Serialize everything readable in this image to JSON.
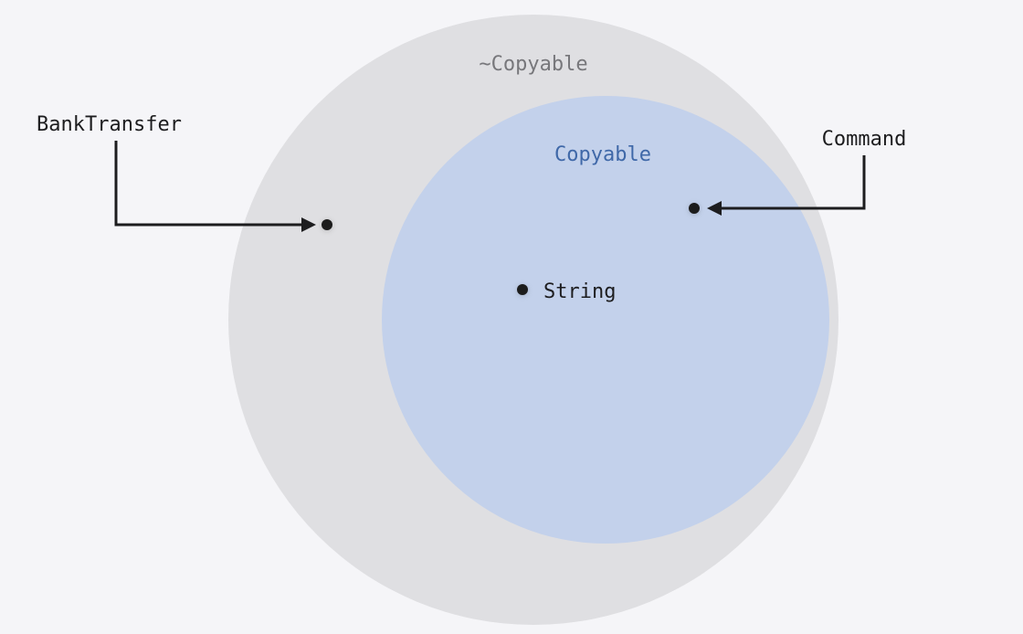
{
  "sets": {
    "outer": {
      "label": "~Copyable",
      "color": "#dfdfe2"
    },
    "inner": {
      "label": "Copyable",
      "color": "#c3d1eb"
    }
  },
  "types": {
    "bank_transfer": "BankTransfer",
    "command": "Command",
    "string": "String"
  },
  "colors": {
    "background": "#f5f5f8",
    "ink": "#1d1d1f",
    "inner_label": "#3f68a8",
    "outer_label": "#77777b"
  }
}
